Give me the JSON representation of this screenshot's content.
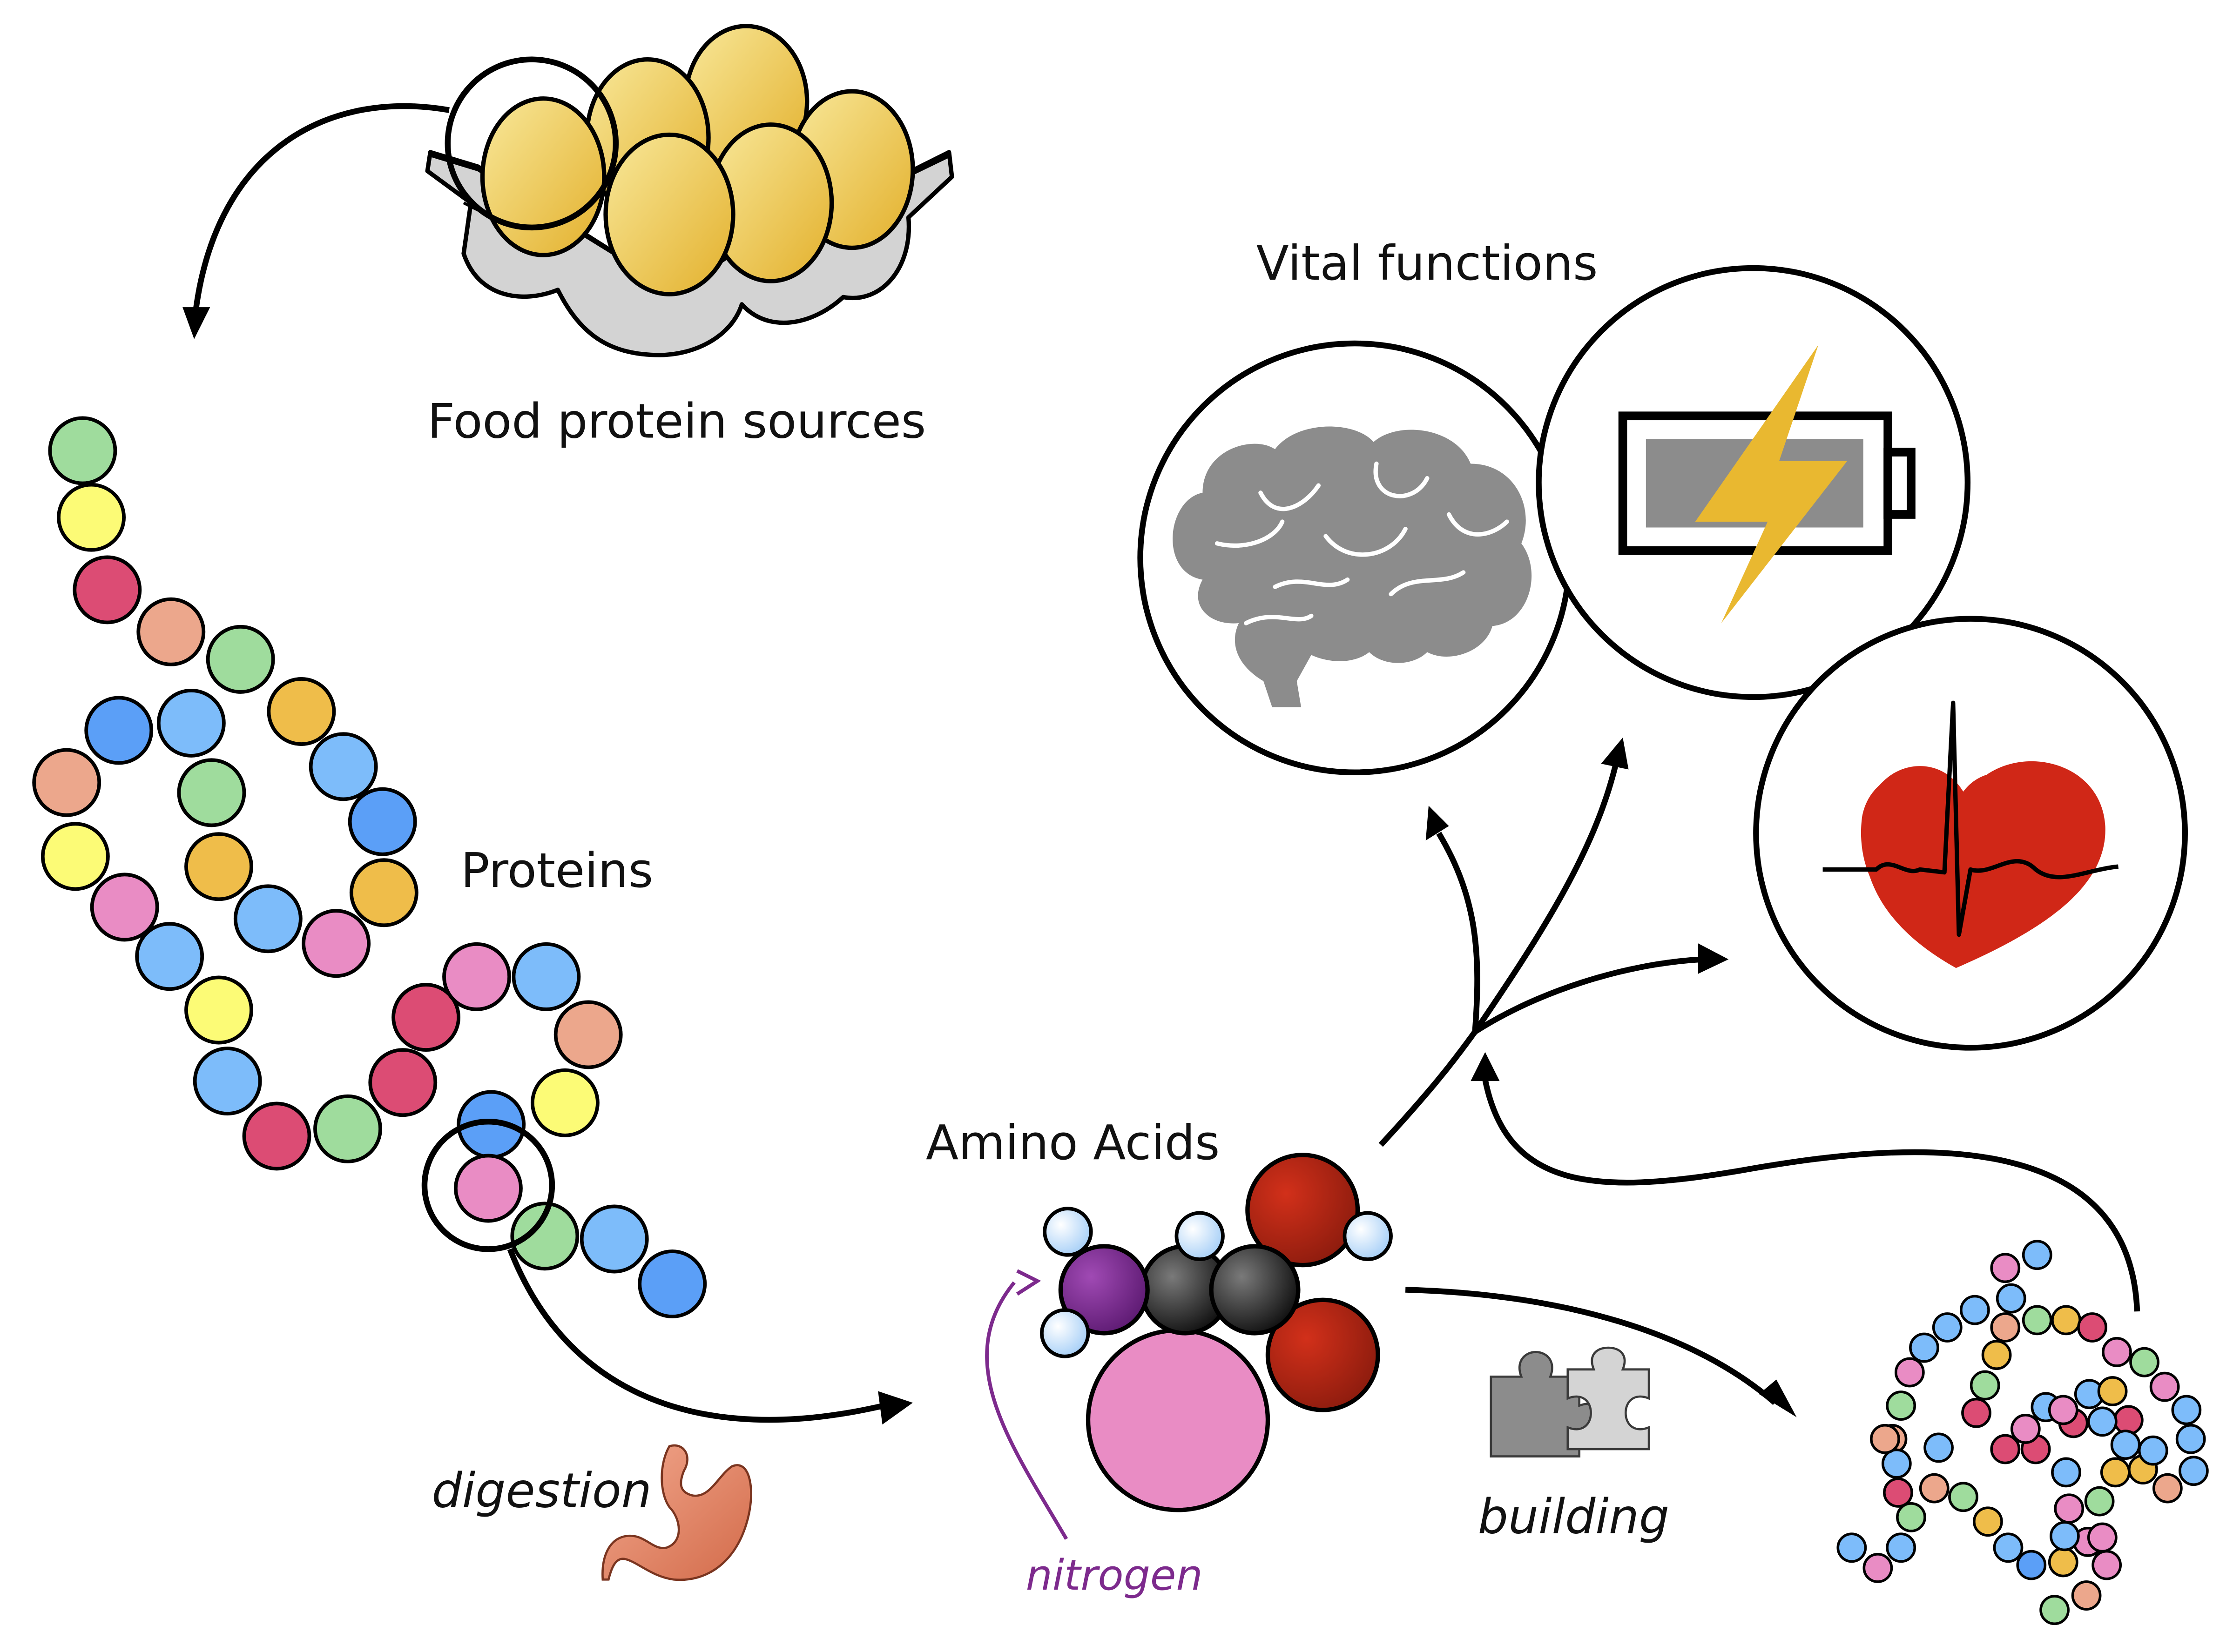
{
  "labels": {
    "food": "Food protein sources",
    "proteins": "Proteins",
    "amino": "Amino Acids",
    "vital": "Vital functions",
    "digestion": "digestion",
    "nitrogen": "nitrogen",
    "building": "building"
  },
  "colors": {
    "green": "#9fdc9d",
    "yellow": "#fcfb76",
    "crimson": "#dc4c74",
    "salmon": "#eca78c",
    "orange": "#efbd4a",
    "blue": "#5b9ff7",
    "lightblue": "#7dbcfa",
    "pink": "#e98cc4",
    "egg": "#f1c94c",
    "tray": "#d3d3d3",
    "brain": "#8c8c8c",
    "bolt": "#e9b830",
    "heart": "#d02717",
    "nitrogen_text": "#7d2a8d",
    "stomach": "#e27f66"
  },
  "icons": [
    "egg-tray-icon",
    "brain-icon",
    "battery-icon",
    "lightning-bolt-icon",
    "heart-icon",
    "stomach-icon",
    "puzzle-icon",
    "molecule-icon"
  ]
}
